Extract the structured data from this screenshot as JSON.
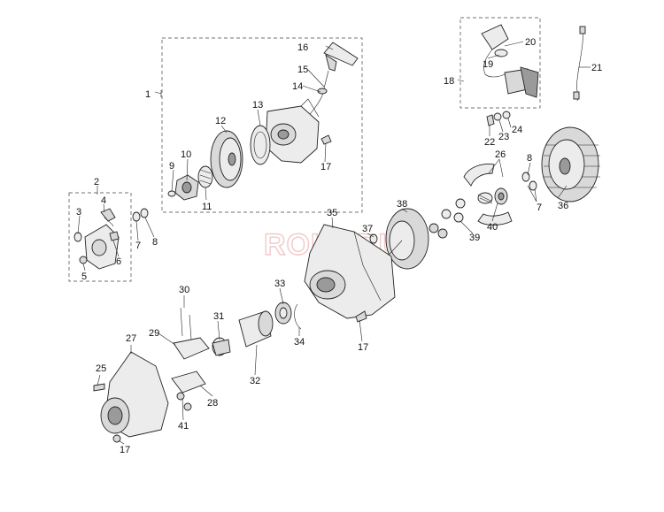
{
  "watermark": "ROKARU",
  "callouts": {
    "c1": "1",
    "c2": "2",
    "c3": "3",
    "c4": "4",
    "c5": "5",
    "c6": "6",
    "c7a": "7",
    "c7b": "7",
    "c8a": "8",
    "c8b": "8",
    "c9": "9",
    "c10": "10",
    "c11": "11",
    "c12": "12",
    "c13": "13",
    "c14": "14",
    "c15": "15",
    "c16": "16",
    "c17a": "17",
    "c17b": "17",
    "c17c": "17",
    "c18": "18",
    "c19": "19",
    "c20": "20",
    "c21": "21",
    "c22": "22",
    "c23": "23",
    "c24": "24",
    "c25": "25",
    "c26": "26",
    "c27": "27",
    "c28": "28",
    "c29": "29",
    "c30": "30",
    "c31": "31",
    "c32": "32",
    "c33": "33",
    "c34": "34",
    "c35": "35",
    "c36": "36",
    "c37": "37",
    "c38": "38",
    "c39": "39",
    "c40": "40",
    "c41": "41"
  }
}
